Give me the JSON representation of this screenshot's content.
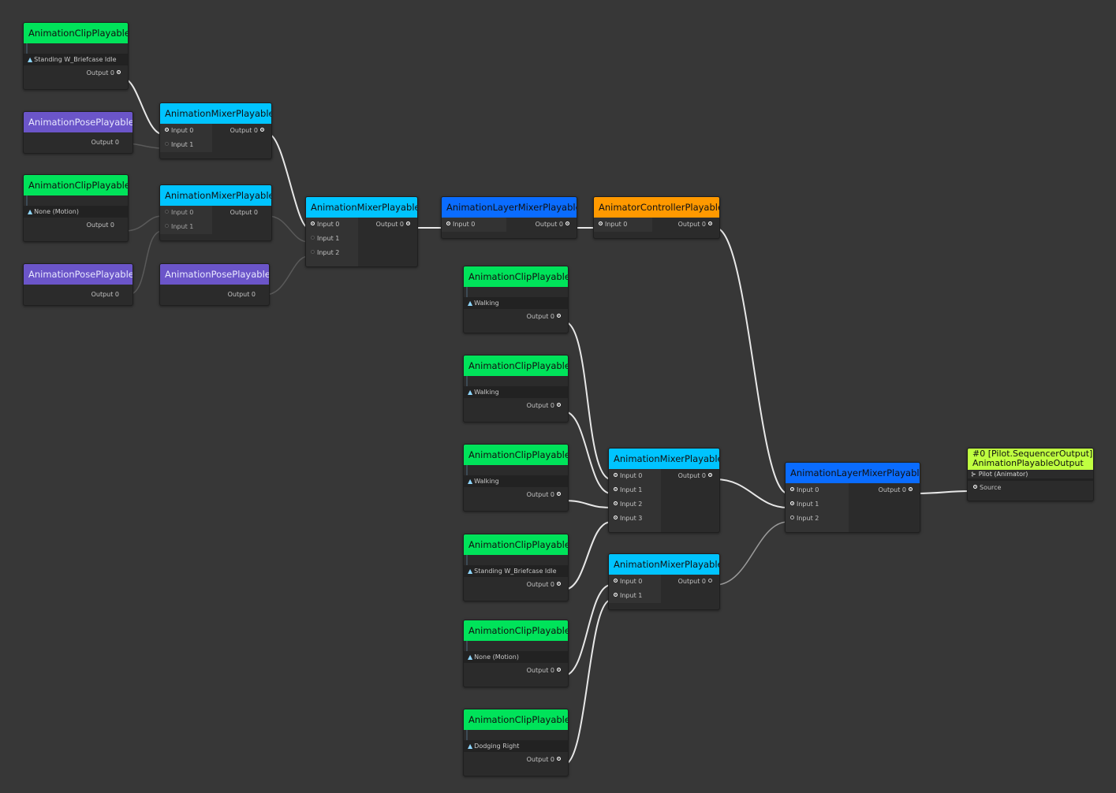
{
  "colors": {
    "background": "#373737",
    "clip_header": "#00e35a",
    "pose_header": "#6b55c9",
    "mixer_header": "#00c4ff",
    "layer_mixer_header": "#0a6cff",
    "controller_header": "#ff9900",
    "output_header": "#bfff40",
    "wire_active": "#e8e8e8",
    "wire_inactive": "#5a5a5a"
  },
  "labels": {
    "output0": "Output 0",
    "input0": "Input 0",
    "input1": "Input 1",
    "input2": "Input 2",
    "input3": "Input 3",
    "source": "Source"
  },
  "nodes": {
    "clip1": {
      "title": "AnimationClipPlayable",
      "clip": "Standing W_Briefcase Idle"
    },
    "pose1": {
      "title": "AnimationPosePlayable"
    },
    "clip2": {
      "title": "AnimationClipPlayable",
      "clip": "None (Motion)"
    },
    "pose2": {
      "title": "AnimationPosePlayable"
    },
    "mixer1": {
      "title": "AnimationMixerPlayable"
    },
    "mixer2": {
      "title": "AnimationMixerPlayable"
    },
    "pose3": {
      "title": "AnimationPosePlayable"
    },
    "mixer3": {
      "title": "AnimationMixerPlayable"
    },
    "layer1": {
      "title": "AnimationLayerMixerPlayable"
    },
    "controller": {
      "title": "AnimatorControllerPlayable"
    },
    "clip3": {
      "title": "AnimationClipPlayable",
      "clip": "Walking"
    },
    "clip4": {
      "title": "AnimationClipPlayable",
      "clip": "Walking"
    },
    "clip5": {
      "title": "AnimationClipPlayable",
      "clip": "Walking"
    },
    "clip6": {
      "title": "AnimationClipPlayable",
      "clip": "Standing W_Briefcase Idle"
    },
    "clip7": {
      "title": "AnimationClipPlayable",
      "clip": "None (Motion)"
    },
    "clip8": {
      "title": "AnimationClipPlayable",
      "clip": "Dodging Right"
    },
    "mixer4": {
      "title": "AnimationMixerPlayable"
    },
    "mixer5": {
      "title": "AnimationMixerPlayable"
    },
    "layer2": {
      "title": "AnimationLayerMixerPlayable"
    },
    "output": {
      "title_line1": "#0 [Pilot.SequencerOutput]",
      "title_line2": "AnimationPlayableOutput",
      "target": "Pilot (Animator)"
    }
  }
}
